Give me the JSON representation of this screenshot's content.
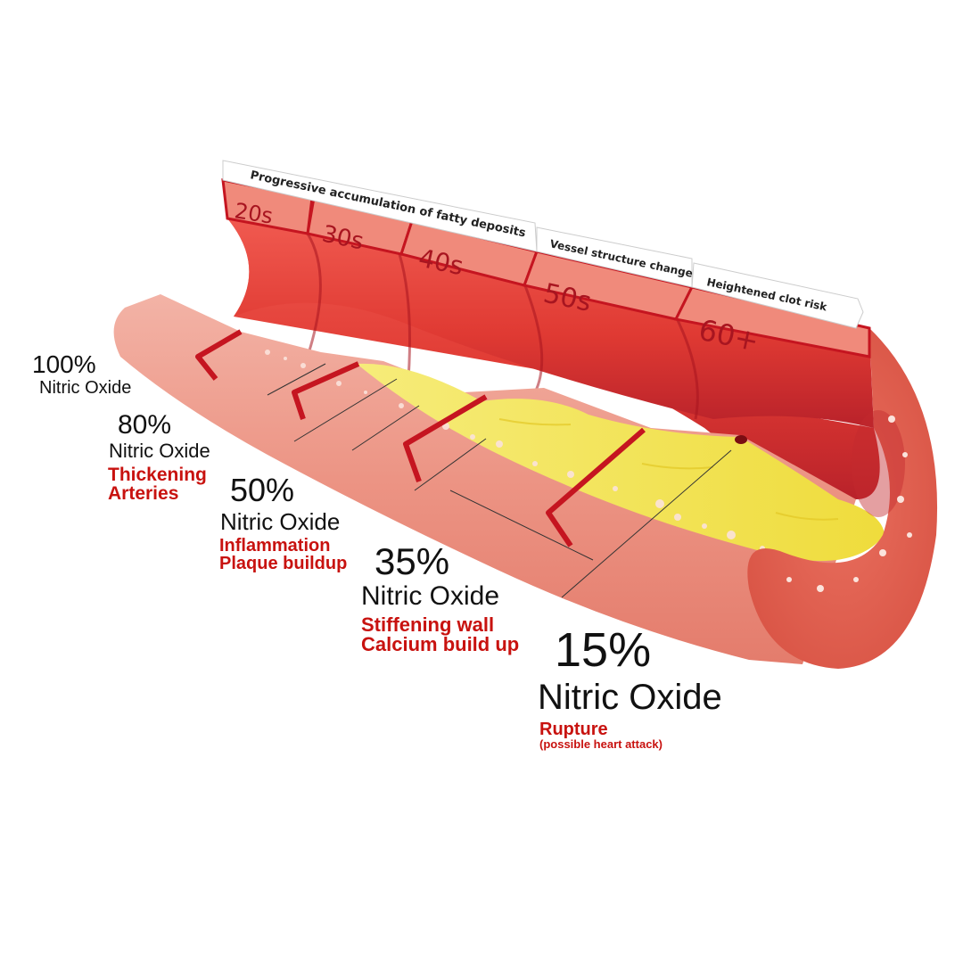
{
  "banners": {
    "top": "Progressive accumulation of fatty deposits",
    "middle": "Vessel structure change",
    "right": "Heightened clot risk"
  },
  "age_tabs": [
    "20s",
    "30s",
    "40s",
    "50s",
    "60+"
  ],
  "stages": [
    {
      "percent": "100%",
      "label": "Nitric Oxide",
      "notes": []
    },
    {
      "percent": "80%",
      "label": "Nitric Oxide",
      "notes": [
        "Thickening",
        "Arteries"
      ]
    },
    {
      "percent": "50%",
      "label": "Nitric Oxide",
      "notes": [
        "Inflammation",
        "Plaque buildup"
      ]
    },
    {
      "percent": "35%",
      "label": "Nitric Oxide",
      "notes": [
        "Stiffening wall",
        "Calcium build up"
      ]
    },
    {
      "percent": "15%",
      "label": "Nitric Oxide",
      "notes": [
        "Rupture",
        "(possible heart attack)"
      ]
    }
  ],
  "colors": {
    "wall": "#e97e70",
    "wall_dark": "#d95445",
    "lumen": "#e03a33",
    "segment_line": "#c51520",
    "plaque": "#f2e24c",
    "note_red": "#c8120f"
  }
}
